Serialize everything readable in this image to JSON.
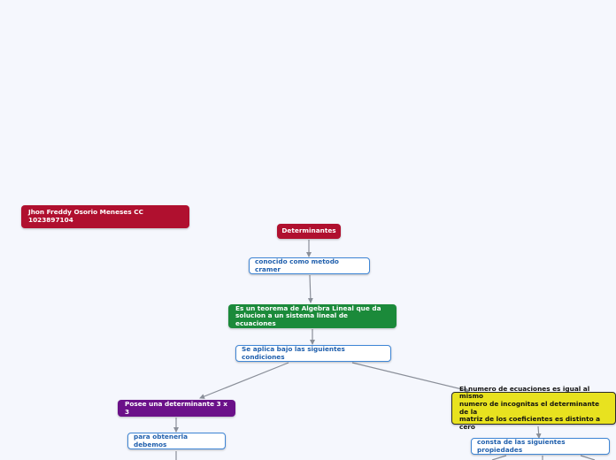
{
  "colors": {
    "background": "#f5f7fd",
    "red": "#b0102f",
    "green": "#1b8a3a",
    "purple": "#6b1189",
    "yellow": "#e8e21f",
    "outline_border": "#3f86d6",
    "outline_text": "#1f5fad",
    "connector": "#8a8f99"
  },
  "author": {
    "line1": "Jhon Freddy Osorio Meneses CC",
    "line2": "1023897104"
  },
  "nodes": {
    "root": "Determinantes",
    "known_as": "conocido como metodo cramer",
    "theorem_line1": "Es un teorema de Algebra Lineal que da",
    "theorem_line2": "solucion a un sistema lineal de ecuaciones",
    "applies": "Se aplica bajo las siguientes condiciones",
    "condition_a": "Posee una determinante 3 x 3",
    "obtain": "para obtenerla debemos",
    "condition_b_line1": "El numero de ecuaciones es igual al mismo",
    "condition_b_line2": "numero de incognitas el determinante de la",
    "condition_b_line3": "matriz de los coeficientes es distinto a cero",
    "properties": "consta de las siguientes propiedades"
  }
}
